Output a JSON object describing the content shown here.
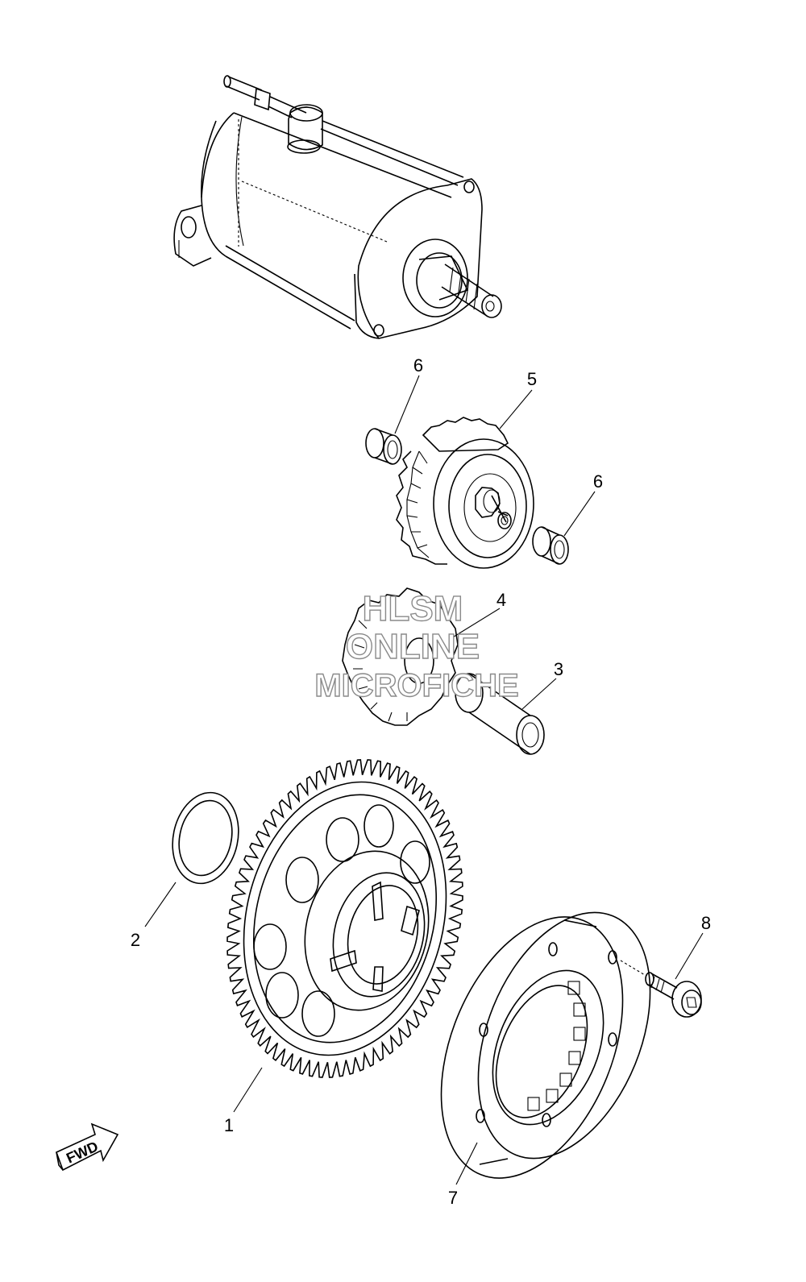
{
  "callouts": [
    {
      "id": "1",
      "label": "1"
    },
    {
      "id": "2",
      "label": "2"
    },
    {
      "id": "3",
      "label": "3"
    },
    {
      "id": "4",
      "label": "4"
    },
    {
      "id": "5",
      "label": "5"
    },
    {
      "id": "6a",
      "label": "6"
    },
    {
      "id": "6b",
      "label": "6"
    },
    {
      "id": "7",
      "label": "7"
    },
    {
      "id": "8",
      "label": "8"
    }
  ],
  "watermark": {
    "line1": "HLSM",
    "line2": "ONLINE",
    "line3": "MICROFICHE"
  },
  "direction_arrow": {
    "label": "FWD",
    "icon": "fwd-arrow-icon"
  }
}
